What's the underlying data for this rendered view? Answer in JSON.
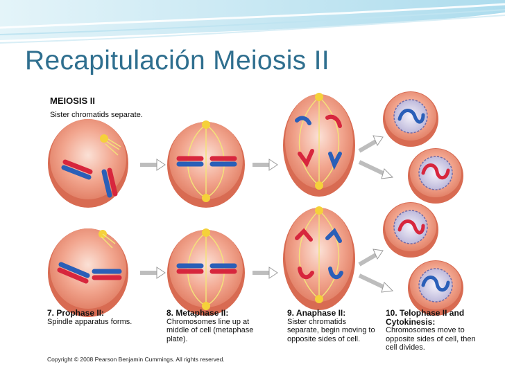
{
  "slide": {
    "title": "Recapitulación Meiosis II",
    "accent_color": "#2f6f8f"
  },
  "figure": {
    "heading": "MEIOSIS II",
    "subheading": "Sister chromatids separate.",
    "copyright": "Copyright © 2008 Pearson Benjamin Cummings. All rights reserved.",
    "steps": [
      {
        "title": "7. Prophase II:",
        "text": "Spindle apparatus forms."
      },
      {
        "title": "8. Metaphase II:",
        "text": "Chromosomes line up at middle of cell (metaphase plate)."
      },
      {
        "title": "9. Anaphase II:",
        "text": "Sister chromatids separate, begin moving to opposite sides of cell."
      },
      {
        "title": "10. Telophase II and Cytokinesis:",
        "text": "Chromosomes move to opposite sides of cell, then cell divides."
      }
    ],
    "colors": {
      "cell": "#e98c73",
      "cell_inner": "#f5c8b6",
      "chromosome_red": "#d7263d",
      "chromosome_blue": "#2a5fb8",
      "spindle": "#f3e27a"
    }
  }
}
